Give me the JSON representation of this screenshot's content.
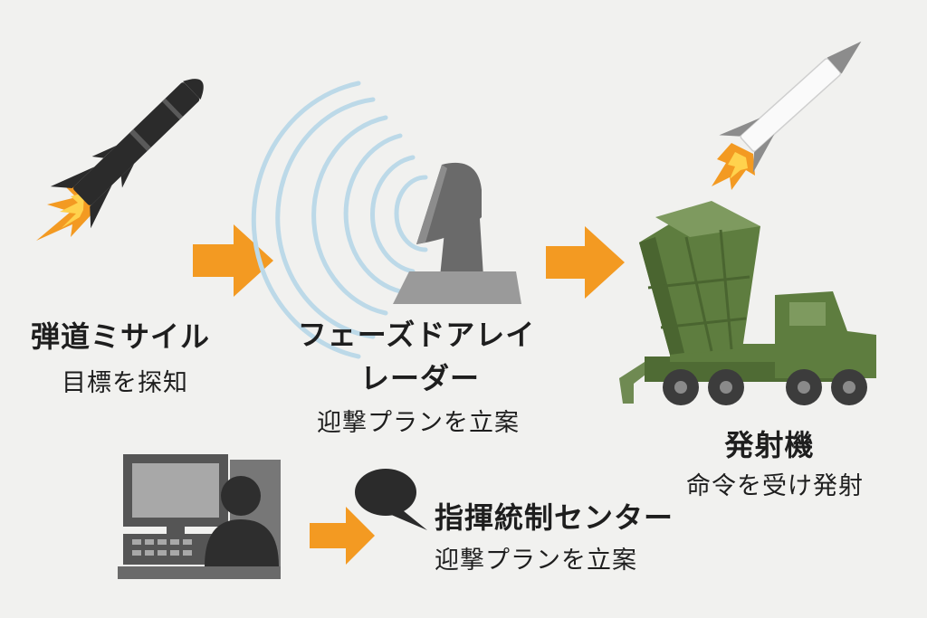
{
  "nodes": {
    "missile": {
      "title": "弾道ミサイル",
      "subtitle": "目標を探知"
    },
    "radar": {
      "title_line1": "フェーズドアレイ",
      "title_line2": "レーダー",
      "subtitle": "迎撃プランを立案"
    },
    "launcher": {
      "title": "発射機",
      "subtitle": "命令を受け発射"
    },
    "command": {
      "title": "指揮統制センター",
      "subtitle": "迎撃プランを立案"
    }
  },
  "icons": {
    "missile": "ballistic-missile-icon",
    "radar": "radar-dish-icon",
    "launcher": "missile-launcher-truck-icon",
    "interceptor": "interceptor-missile-icon",
    "command": "operator-console-icon",
    "speech": "speech-bubble-icon",
    "arrow": "arrow-right-icon"
  },
  "colors": {
    "background": "#f1f1ef",
    "arrow": "#f39a22",
    "missile_dark": "#2b2b2b",
    "flame_outer": "#f39a22",
    "flame_inner": "#ffd24d",
    "radar_waves": "#bcd9e8",
    "launcher_green": "#5e7d3f",
    "console_gray": "#555555"
  }
}
